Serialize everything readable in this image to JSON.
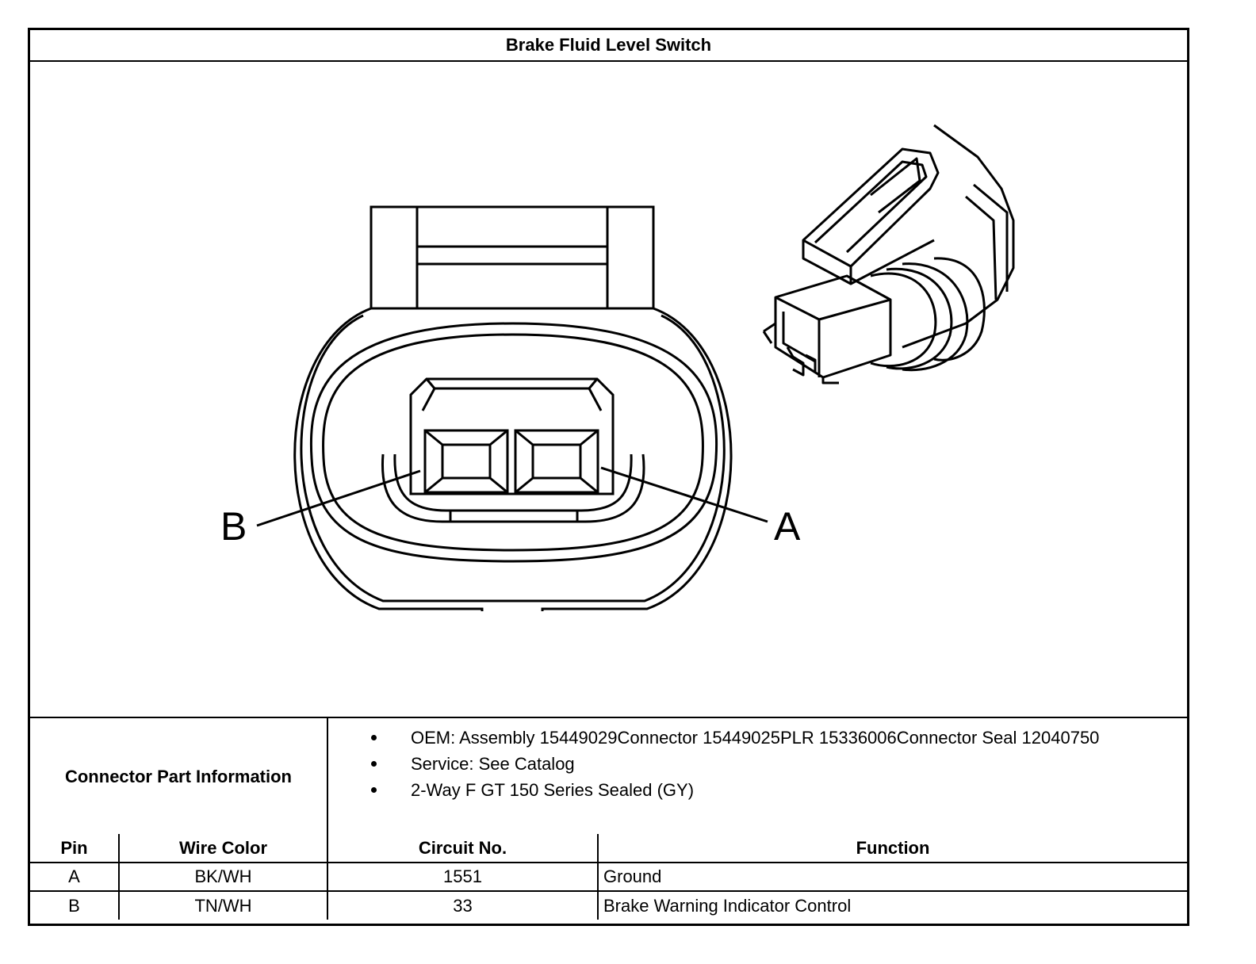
{
  "title": "Brake Fluid Level Switch",
  "diagram": {
    "pin_label_a": "A",
    "pin_label_b": "B"
  },
  "part_info": {
    "label": "Connector Part Information",
    "items": [
      "OEM: Assembly 15449029Connector 15449025PLR 15336006Connector Seal 12040750",
      "Service: See Catalog",
      "2-Way F GT 150 Series Sealed (GY)"
    ]
  },
  "pin_table": {
    "headers": [
      "Pin",
      "Wire Color",
      "Circuit No.",
      "Function"
    ],
    "rows": [
      {
        "pin": "A",
        "wire_color": "BK/WH",
        "circuit": "1551",
        "function": "Ground"
      },
      {
        "pin": "B",
        "wire_color": "TN/WH",
        "circuit": "33",
        "function": "Brake Warning Indicator Control"
      }
    ]
  }
}
